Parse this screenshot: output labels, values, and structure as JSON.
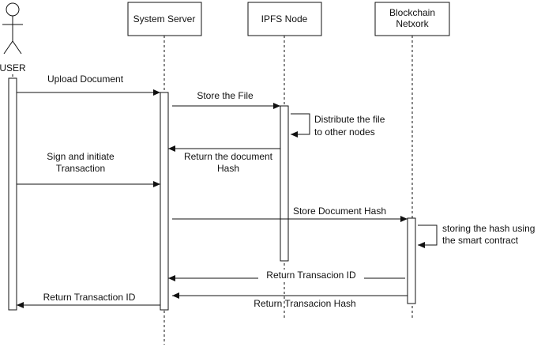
{
  "participants": {
    "user": "USER",
    "server": "System Server",
    "ipfs": "IPFS Node",
    "blockchain": [
      "Blockchain",
      "Netxork"
    ]
  },
  "messages": {
    "upload": "Upload Document",
    "store_file": "Store the File",
    "distribute": [
      "Distribute the file",
      "to other nodes"
    ],
    "return_hash": [
      "Return the document",
      "Hash"
    ],
    "sign": [
      "Sign and initiate",
      "Transaction"
    ],
    "store_hash": "Store Document Hash",
    "storing_contract": [
      "storing the hash using",
      "the smart contract"
    ],
    "return_tx_id_bc": "Return Transacion ID",
    "return_tx_hash": "Return Transacion Hash",
    "return_tx_id_user": "Return Transaction ID"
  }
}
